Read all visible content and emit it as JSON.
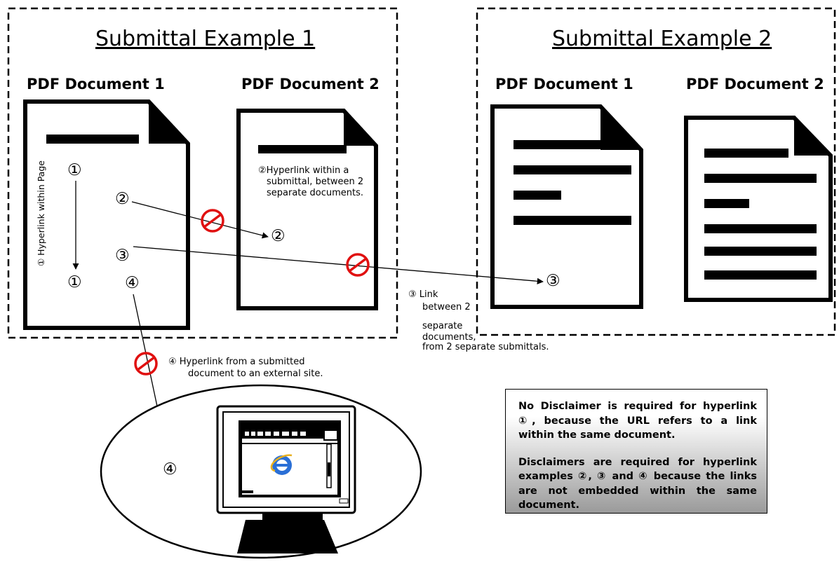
{
  "example1": {
    "title": "Submittal Example 1",
    "doc1_label": "PDF Document 1",
    "doc2_label": "PDF Document 2"
  },
  "example2": {
    "title": "Submittal Example 2",
    "doc1_label": "PDF Document 1",
    "doc2_label": "PDF Document 2"
  },
  "markers": {
    "one": "①",
    "two": "②",
    "three": "③",
    "four": "④"
  },
  "labels": {
    "link1_vertical": "① Hyperlink within Page",
    "link2_note_line1": "②Hyperlink within a",
    "link2_note_line2": "submittal, between 2",
    "link2_note_line3": "separate documents.",
    "link3_marker": "③ Link",
    "link3_line2": "between 2",
    "link3_line3": "separate",
    "link3_line4": "documents,",
    "link3_line5": "from 2 separate submittals.",
    "link4_line1": "④   Hyperlink from a submitted",
    "link4_line2": "document to an external site."
  },
  "disclaimer": {
    "paragraph1": "No Disclaimer is required for hyperlink ①, because the URL refers to a link within the same document.",
    "paragraph2": "Disclaimers are required for hyperlink examples ②, ③ and ④ because the links are not embedded within the same document."
  },
  "colors": {
    "prohibited": "#e01010",
    "ie_logo": "#2a6fd6"
  },
  "icons": [
    "no-entry-icon",
    "computer-monitor-icon",
    "internet-explorer-icon"
  ]
}
